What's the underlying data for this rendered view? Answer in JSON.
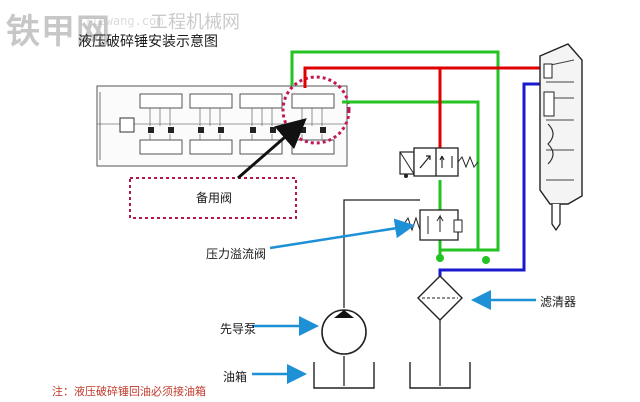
{
  "watermark": {
    "logo": "铁甲网",
    "site_text": "工程机械网",
    "url_fragment": "jiewang.com"
  },
  "title": "液压破碎锤安装示意图",
  "labels": {
    "spare_valve": "备用阀",
    "relief_valve": "压力溢流阀",
    "filter": "滤清器",
    "pilot_pump": "先导泵",
    "tank": "油箱"
  },
  "note": "注：液压破碎锤回油必须接油箱",
  "colors": {
    "pressure_line": "#e00000",
    "return_line": "#1a1acc",
    "pilot_line": "#22c322",
    "callout_arrow": "#1e90d6",
    "highlight_ring": "#c0185a"
  }
}
